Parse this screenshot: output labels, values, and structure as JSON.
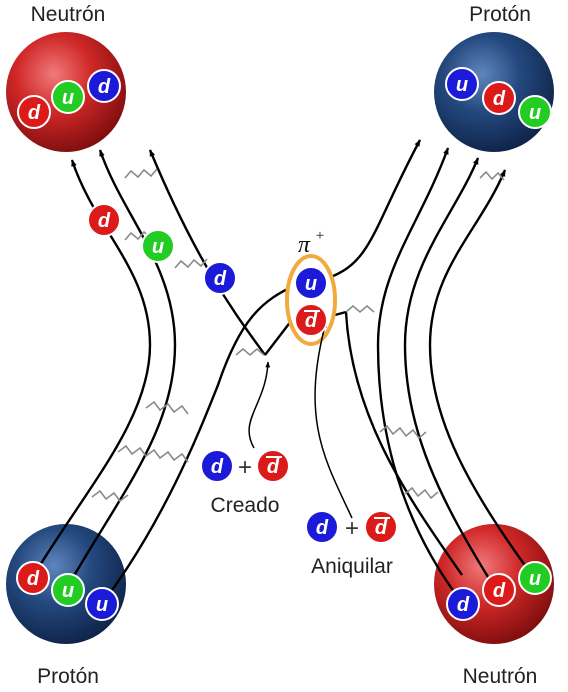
{
  "labels": {
    "top_left": "Neutrón",
    "top_right": "Protón",
    "bottom_left": "Protón",
    "bottom_right": "Neutrón",
    "pion": "π",
    "pion_charge": "+",
    "created": "Creado",
    "annihilate": "Aniquilar",
    "plus": "+"
  },
  "quarks": {
    "d": "d",
    "u": "u"
  },
  "colors": {
    "down_quark": "#1a1ad8",
    "up_quark": "#22cc22",
    "red_quark": "#dd1a1a",
    "neutron": "#c42222",
    "proton": "#1e3d72",
    "pion_ring": "#f0aa40"
  }
}
